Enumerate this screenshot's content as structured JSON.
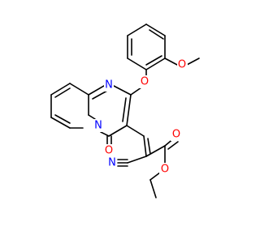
{
  "molecule": {
    "atom_labels": {
      "n1": "N",
      "n2": "N",
      "o_aryl_ether": "O",
      "o_methoxy": "O",
      "o_ketone": "O",
      "n_nitrile": "N",
      "o_carbonyl": "O",
      "o_ester": "O"
    },
    "colors": {
      "bond": "#000000",
      "nitrogen": "#0000ff",
      "oxygen": "#ff0000",
      "background": "#ffffff"
    }
  }
}
